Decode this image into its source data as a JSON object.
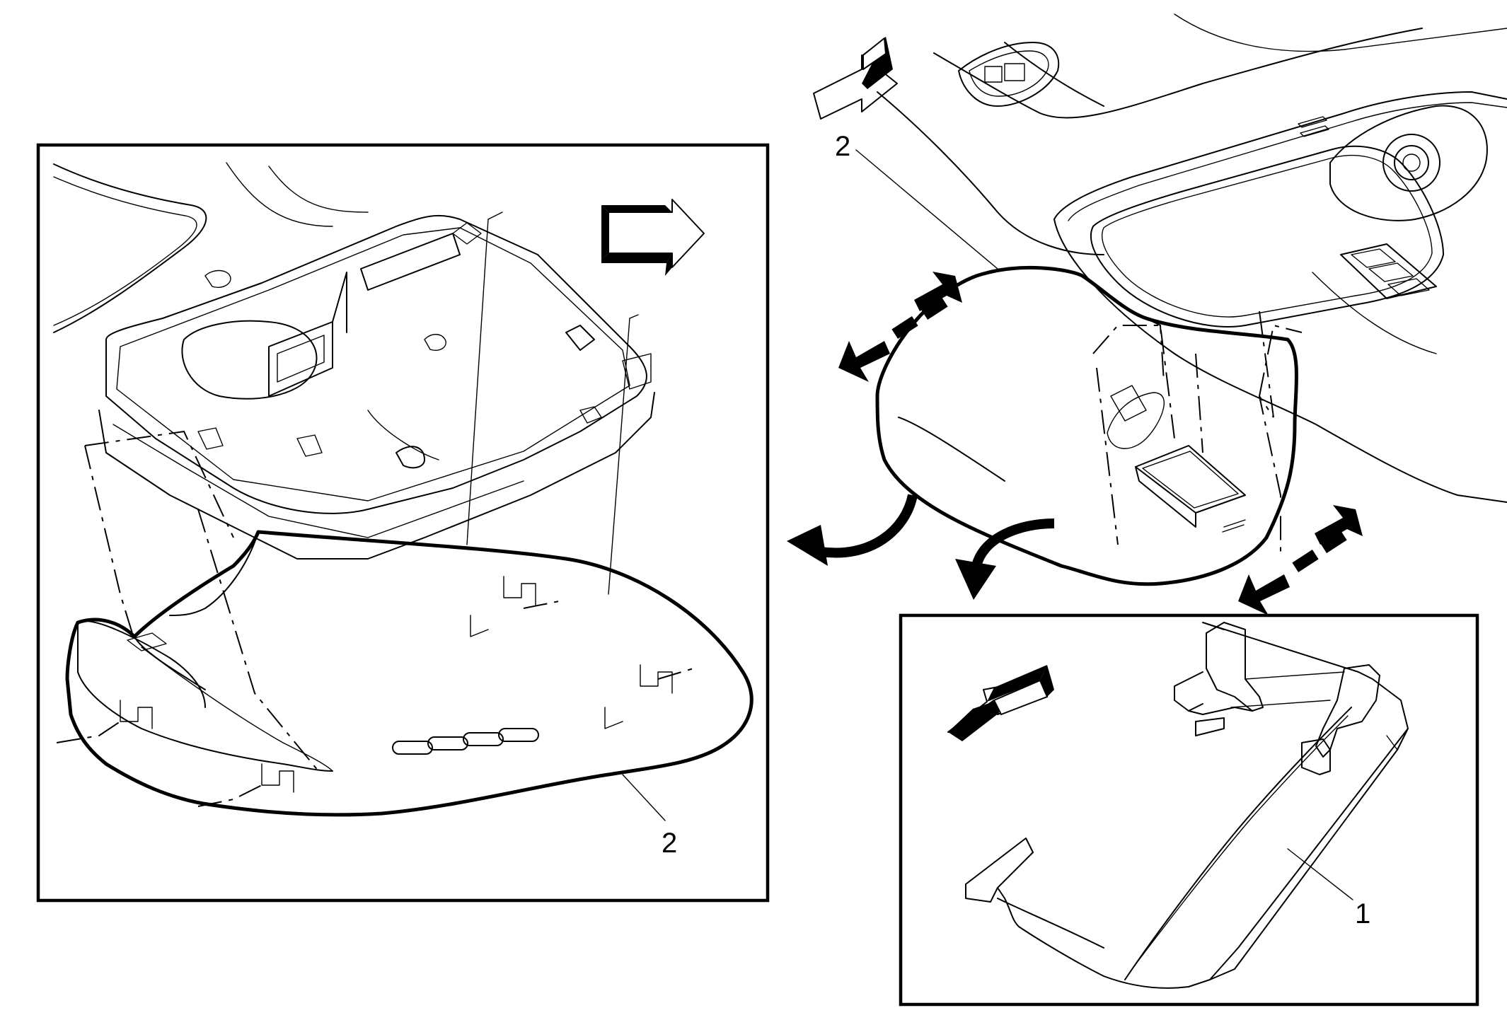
{
  "callouts": {
    "top_label": "2",
    "left_inset_label": "2",
    "right_inset_label": "1"
  }
}
